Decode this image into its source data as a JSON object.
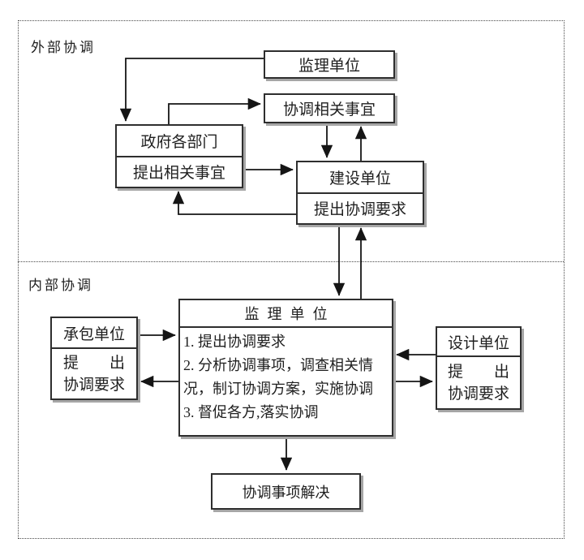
{
  "diagram": {
    "sections": {
      "external": {
        "label": "外部协调"
      },
      "internal": {
        "label": "内部协调"
      }
    },
    "boxes": {
      "supervision_top": {
        "title": "监理单位"
      },
      "coordinate_matters": {
        "title": "协调相关事宜"
      },
      "government": {
        "title": "政府各部门",
        "subtitle": "提出相关事宜"
      },
      "construction": {
        "title": "建设单位",
        "subtitle": "提出协调要求"
      },
      "contractor": {
        "title": "承包单位",
        "line1": "提　　出",
        "line2": "协调要求"
      },
      "supervision_center": {
        "title": "监理单位",
        "items": [
          "1. 提出协调要求",
          "2. 分析协调事项，调查相关情况，制订协调方案，实施协调",
          "3. 督促各方,落实协调"
        ]
      },
      "designer": {
        "title": "设计单位",
        "line1": "提　　出",
        "line2": "协调要求"
      },
      "resolved": {
        "title": "协调事项解决"
      }
    },
    "colors": {
      "border": "#2e2e2e",
      "text": "#1f1f1f",
      "shadow": "#a6a6a6",
      "background": "#ffffff",
      "frame_dotted": "#4a4a4a"
    }
  }
}
